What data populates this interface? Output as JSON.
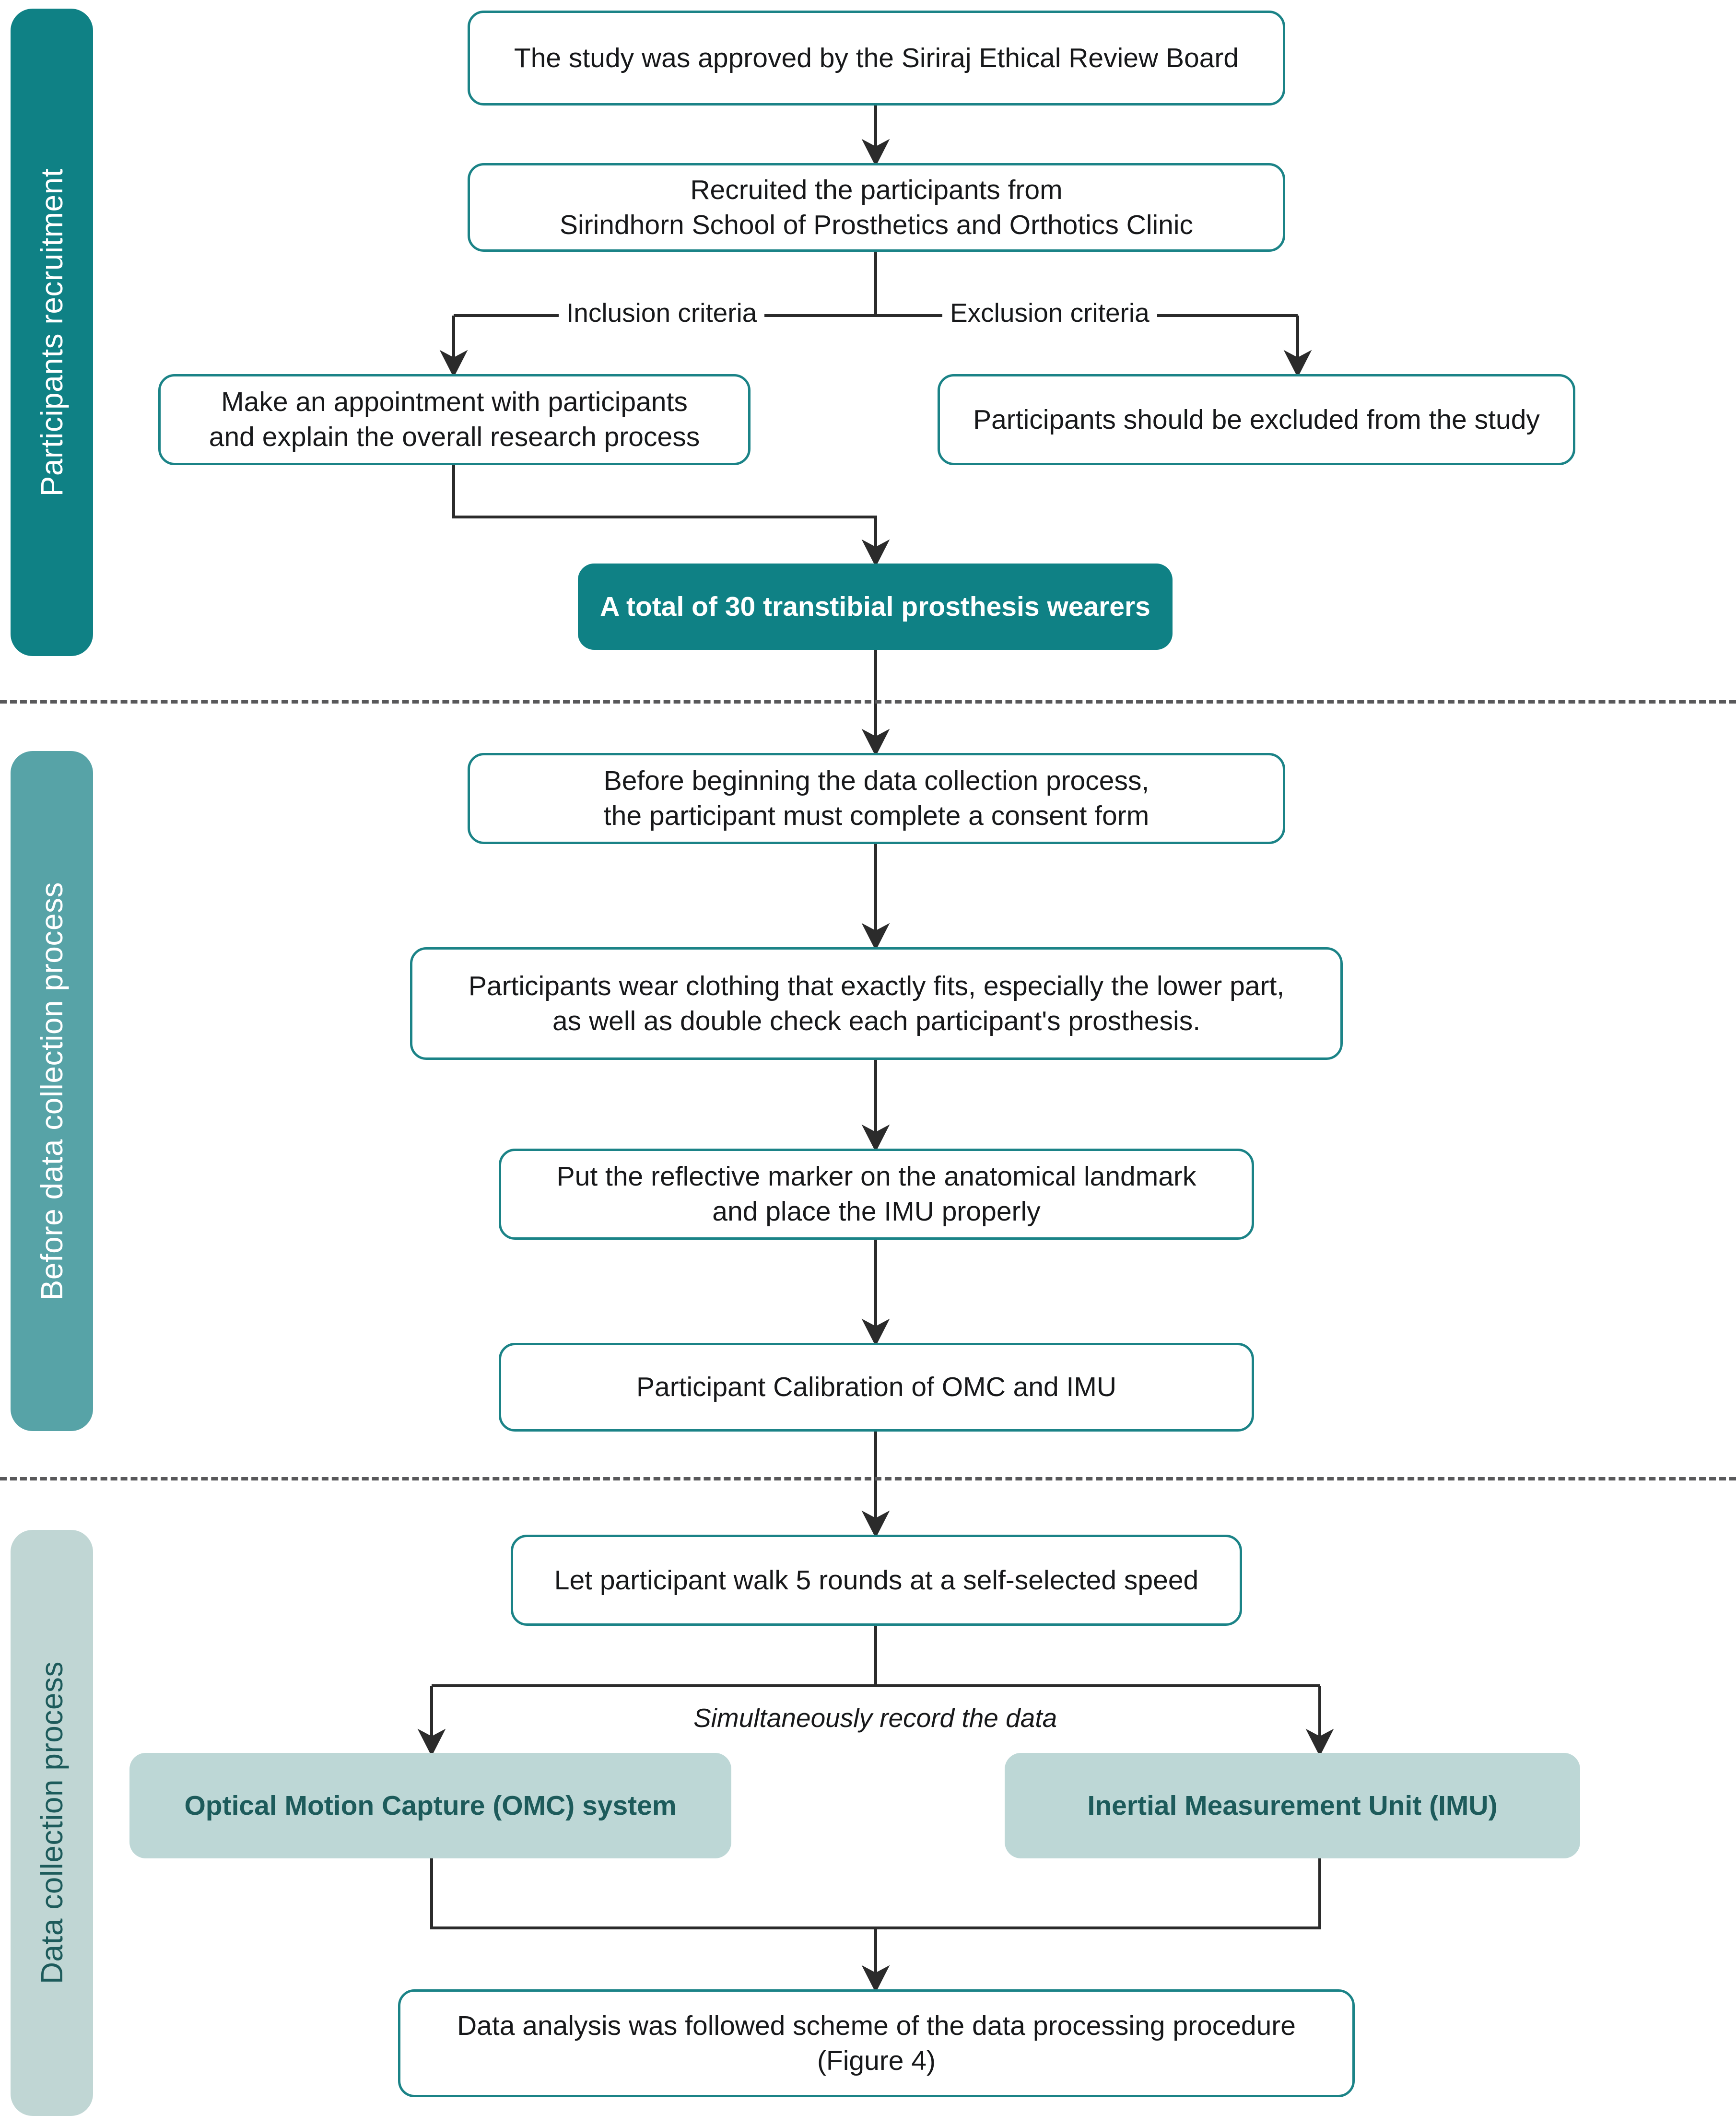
{
  "figure": {
    "title": "Study protocol flowchart",
    "colors": {
      "rail_dark": "#0f8185",
      "rail_mid": "#57a3a7",
      "rail_light": "#c0d6d4",
      "box_border": "#1b8387",
      "box_fill": "#ffffff",
      "solid_dark_fill": "#0f8185",
      "solid_light_fill": "#bdd7d6",
      "text_dark": "#17181a",
      "text_light": "#ffffff",
      "text_teal": "#1d5b5b",
      "connector": "#2b2b2b",
      "divider": "#58585a"
    }
  },
  "sections": [
    {
      "id": "participants-recruitment",
      "label": "Participants recruitment"
    },
    {
      "id": "before-data-collection",
      "label": "Before data collection process"
    },
    {
      "id": "data-collection",
      "label": "Data collection process"
    }
  ],
  "nodes": {
    "ethics_approval": "The study was approved by the Siriraj Ethical Review Board",
    "recruitment_line1": "Recruited the participants from",
    "recruitment_line2": "Sirindhorn School of Prosthetics and Orthotics Clinic",
    "appointment_line1": "Make an appointment with participants",
    "appointment_line2": "and explain the overall research process",
    "excluded": "Participants should be excluded from the study",
    "total_participants": "A total of 30 transtibial prosthesis wearers",
    "consent_line1": "Before beginning the data collection process,",
    "consent_line2": "the participant must complete a consent form",
    "clothing_line1": "Participants wear clothing that exactly fits, especially the lower part,",
    "clothing_line2": "as well as double check each participant's prosthesis.",
    "markers_line1": "Put the reflective marker on the anatomical landmark",
    "markers_line2": "and place the IMU properly",
    "calibration": "Participant Calibration of OMC and IMU",
    "walk": "Let participant walk 5 rounds at a self-selected speed",
    "omc": "Optical Motion Capture (OMC) system",
    "imu": "Inertial Measurement Unit (IMU)",
    "analysis_line1": "Data analysis was followed scheme of the data processing procedure",
    "analysis_line2": "(Figure 4)"
  },
  "edge_labels": {
    "inclusion": "Inclusion criteria",
    "exclusion": "Exclusion criteria",
    "simultaneous": "Simultaneously record the data"
  }
}
